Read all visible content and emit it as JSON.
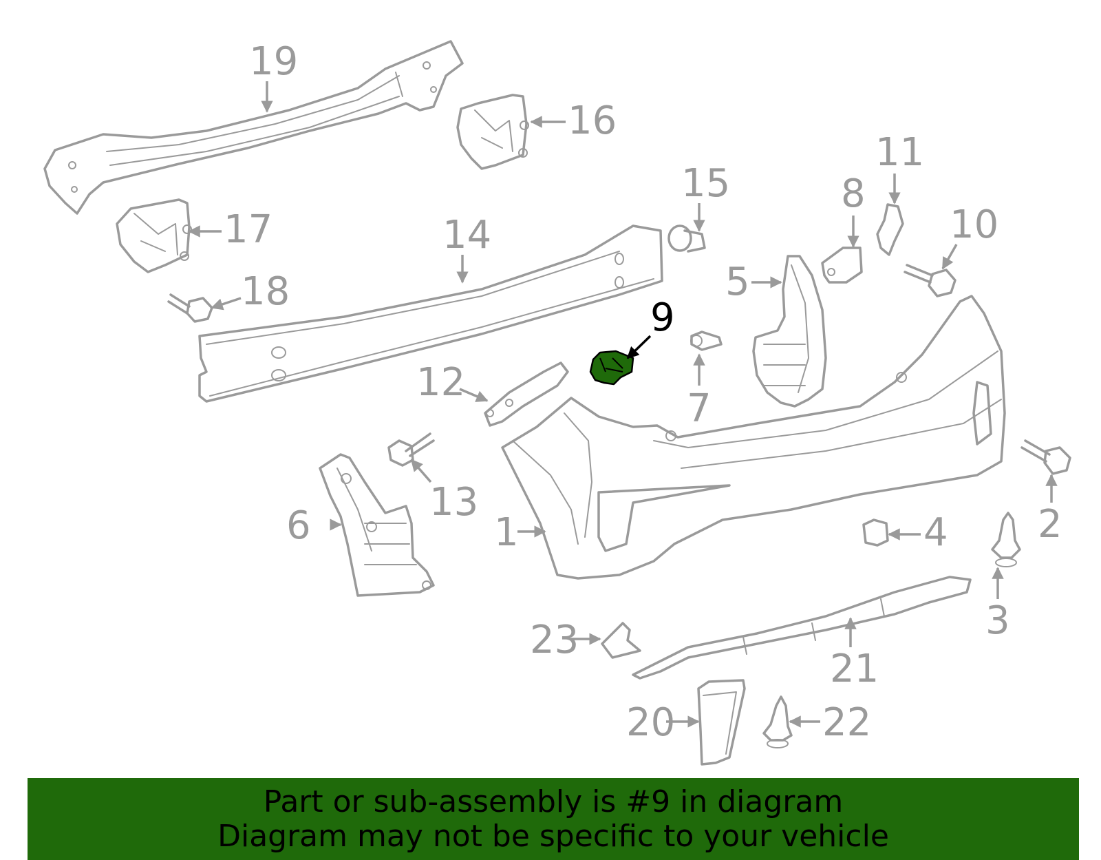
{
  "callouts": [
    "1",
    "2",
    "3",
    "4",
    "5",
    "6",
    "7",
    "8",
    "9",
    "10",
    "11",
    "12",
    "13",
    "14",
    "15",
    "16",
    "17",
    "18",
    "19",
    "20",
    "21",
    "22",
    "23"
  ],
  "highlighted_part": "9",
  "highlight_color": "#1f6a0a",
  "banner": {
    "line1": "Part or sub-assembly is #9 in diagram",
    "line2": "Diagram may not be specific to your vehicle"
  }
}
